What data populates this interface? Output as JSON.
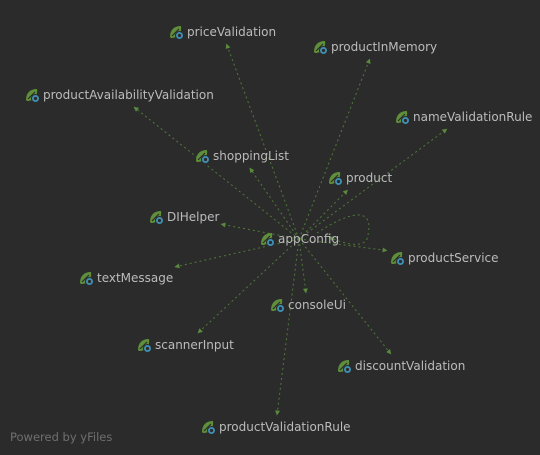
{
  "diagram": {
    "nodes": [
      {
        "id": "priceValidation",
        "label": "priceValidation"
      },
      {
        "id": "productInMemory",
        "label": "productInMemory"
      },
      {
        "id": "productAvailabilityValidation",
        "label": "productAvailabilityValidation"
      },
      {
        "id": "nameValidationRule",
        "label": "nameValidationRule"
      },
      {
        "id": "shoppingList",
        "label": "shoppingList"
      },
      {
        "id": "product",
        "label": "product"
      },
      {
        "id": "DIHelper",
        "label": "DIHelper"
      },
      {
        "id": "appConfig",
        "label": "appConfig"
      },
      {
        "id": "productService",
        "label": "productService"
      },
      {
        "id": "textMessage",
        "label": "textMessage"
      },
      {
        "id": "consoleUi",
        "label": "consoleUi"
      },
      {
        "id": "scannerInput",
        "label": "scannerInput"
      },
      {
        "id": "discountValidation",
        "label": "discountValidation"
      },
      {
        "id": "productValidationRule",
        "label": "productValidationRule"
      }
    ],
    "edges": [
      {
        "from": "appConfig",
        "to": "priceValidation"
      },
      {
        "from": "appConfig",
        "to": "productInMemory"
      },
      {
        "from": "appConfig",
        "to": "productAvailabilityValidation"
      },
      {
        "from": "appConfig",
        "to": "nameValidationRule"
      },
      {
        "from": "appConfig",
        "to": "shoppingList"
      },
      {
        "from": "appConfig",
        "to": "product"
      },
      {
        "from": "appConfig",
        "to": "DIHelper"
      },
      {
        "from": "appConfig",
        "to": "productService"
      },
      {
        "from": "appConfig",
        "to": "textMessage"
      },
      {
        "from": "appConfig",
        "to": "consoleUi"
      },
      {
        "from": "appConfig",
        "to": "scannerInput"
      },
      {
        "from": "appConfig",
        "to": "discountValidation"
      },
      {
        "from": "appConfig",
        "to": "productValidationRule"
      },
      {
        "from": "appConfig",
        "to": "appConfig",
        "self_loop": true
      }
    ]
  },
  "colors": {
    "background": "#2b2b2b",
    "edge": "#4f7a3a",
    "label": "#bbbbbb",
    "icon_leaf": "#5f8f3a",
    "icon_badge": "#3f8fb5"
  },
  "icon_name": "spring-bean-icon",
  "footer": {
    "text": "Powered by yFiles"
  }
}
